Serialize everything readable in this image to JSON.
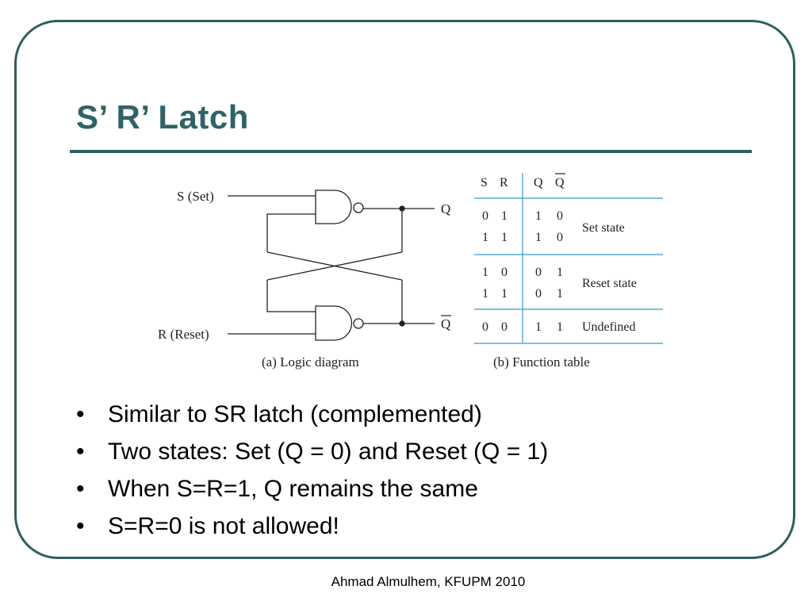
{
  "slide": {
    "title": "S’ R’ Latch",
    "footer": "Ahmad Almulhem, KFUPM 2010"
  },
  "diagram": {
    "input_s": "S (Set)",
    "input_r": "R (Reset)",
    "output_q": "Q",
    "output_qbar": "Q",
    "caption": "(a) Logic diagram"
  },
  "function_table": {
    "headers": [
      "S",
      "R",
      "Q",
      "Q"
    ],
    "rows": [
      {
        "s": "0",
        "r": "1",
        "q": "1",
        "qbar": "0"
      },
      {
        "s": "1",
        "r": "1",
        "q": "1",
        "qbar": "0"
      },
      {
        "s": "1",
        "r": "0",
        "q": "0",
        "qbar": "1"
      },
      {
        "s": "1",
        "r": "1",
        "q": "0",
        "qbar": "1"
      },
      {
        "s": "0",
        "r": "0",
        "q": "1",
        "qbar": "1"
      }
    ],
    "state_labels": [
      "Set state",
      "Reset state",
      "Undefined"
    ],
    "caption": "(b) Function table"
  },
  "bullets": {
    "marker": "•",
    "items": [
      "Similar to SR latch (complemented)",
      "Two states: Set (Q = 0) and Reset (Q = 1)",
      "When S=R=1, Q remains the same",
      "S=R=0 is not allowed!"
    ]
  },
  "colors": {
    "accent": "#2f6366",
    "frame": "#2f5f5f",
    "table_rule": "#3399cc"
  }
}
